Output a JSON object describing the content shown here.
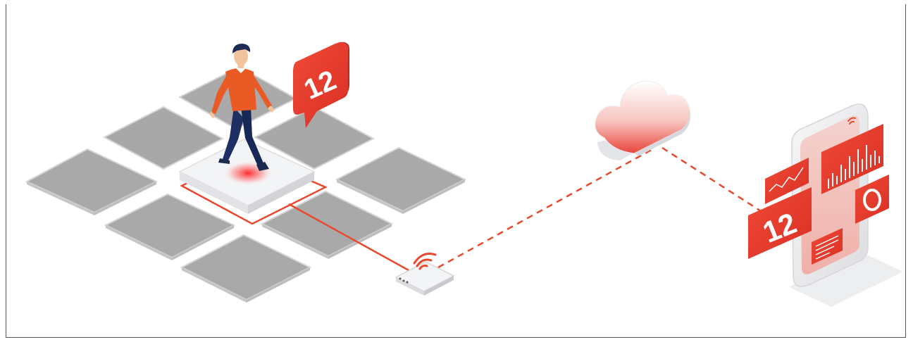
{
  "scene": {
    "floor_sensor": {
      "tile_color": "#a9a9a9",
      "active_tile_color": "#f2f3f5",
      "highlight_color": "#e8492c"
    },
    "person_badge": {
      "count": "12"
    },
    "gateway": {
      "icon": "wifi-router-icon"
    },
    "cloud": {
      "icon": "cloud-icon"
    },
    "phone": {
      "count_card": "12",
      "icons": [
        "wifi-icon",
        "line-chart-icon",
        "bar-chart-icon",
        "donut-chart-icon",
        "text-card-icon"
      ]
    },
    "accent_color": "#e8492c",
    "link_style": "dashed"
  }
}
